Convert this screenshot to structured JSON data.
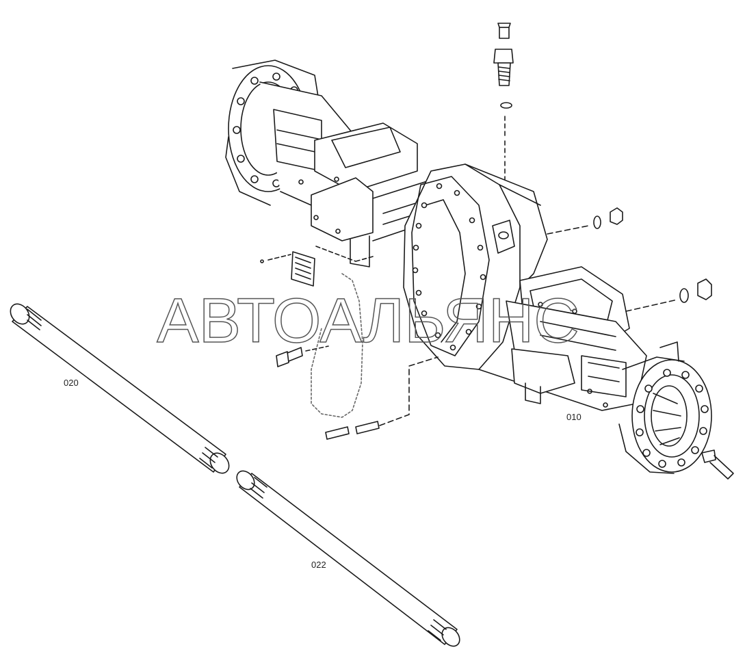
{
  "watermark": {
    "text": "АВТОАЛЬЯНС"
  },
  "callouts": {
    "housing": "010",
    "shaft_left": "020",
    "shaft_right": "022"
  },
  "colors": {
    "line": "#1a1a1a",
    "background": "#ffffff",
    "watermark_stroke": "#555555"
  }
}
